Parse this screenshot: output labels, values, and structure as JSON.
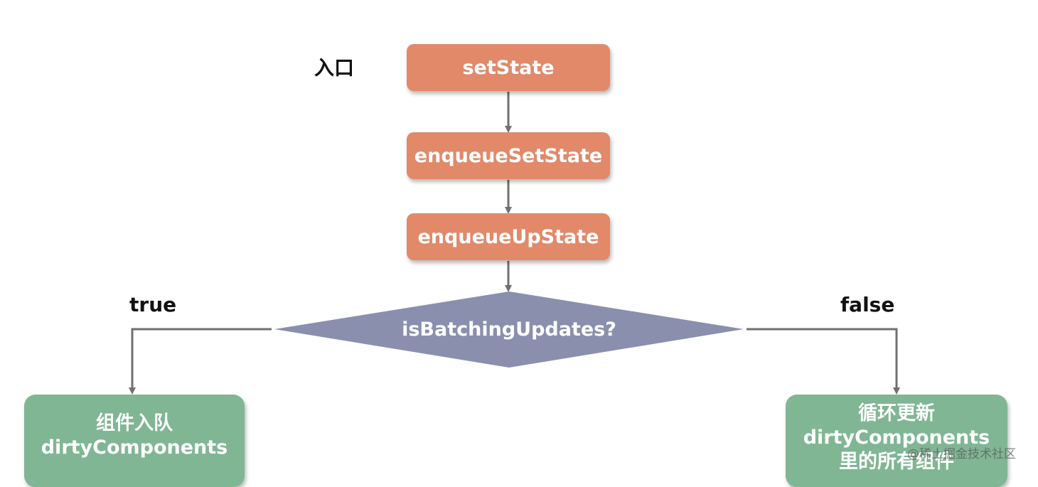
{
  "colors": {
    "process_fill": "#e2896a",
    "decision_fill": "#8a8fae",
    "result_fill": "#80b694",
    "connector": "#707070"
  },
  "labels": {
    "entry": "入口",
    "true_branch": "true",
    "false_branch": "false"
  },
  "nodes": {
    "set_state": "setState",
    "enqueue_set_state": "enqueueSetState",
    "enqueue_up_state": "enqueueUpState",
    "decision": "isBatchingUpdates?",
    "true_result": [
      "组件入队",
      "dirtyComponents"
    ],
    "false_result": [
      "循环更新",
      "dirtyComponents",
      "里的所有组件"
    ]
  },
  "watermark": "@稀土掘金技术社区"
}
